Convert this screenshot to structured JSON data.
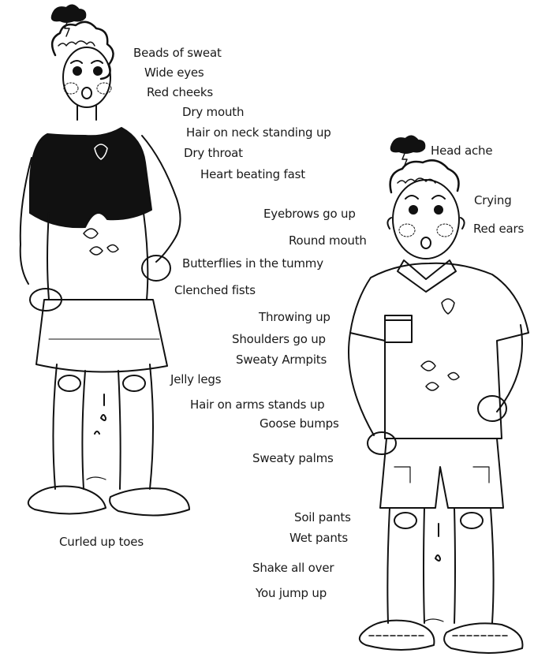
{
  "labels": {
    "beads_of_sweat": "Beads of sweat",
    "wide_eyes": "Wide eyes",
    "red_cheeks": "Red cheeks",
    "dry_mouth": "Dry mouth",
    "hair_on_neck": "Hair on neck standing up",
    "dry_throat": "Dry throat",
    "heart_beating_fast": "Heart beating fast",
    "butterflies": "Butterflies in the tummy",
    "clenched_fists": "Clenched fists",
    "jelly_legs": "Jelly legs",
    "curled_up_toes": "Curled up toes",
    "head_ache": "Head ache",
    "crying": "Crying",
    "red_ears": "Red ears",
    "eyebrows_go_up": "Eyebrows go up",
    "round_mouth": "Round mouth",
    "throwing_up": "Throwing up",
    "shoulders_go_up": "Shoulders go up",
    "sweaty_armpits": "Sweaty Armpits",
    "hair_on_arms": "Hair on arms stands up",
    "goose_bumps": "Goose bumps",
    "sweaty_palms": "Sweaty palms",
    "soil_pants": "Soil pants",
    "wet_pants": "Wet pants",
    "shake_all_over": "Shake all over",
    "you_jump_up": "You jump up"
  },
  "colors": {
    "ink": "#111111",
    "paper": "#ffffff",
    "vest": "#0d0d0d"
  },
  "figures": [
    "girl-figure",
    "boy-figure"
  ]
}
